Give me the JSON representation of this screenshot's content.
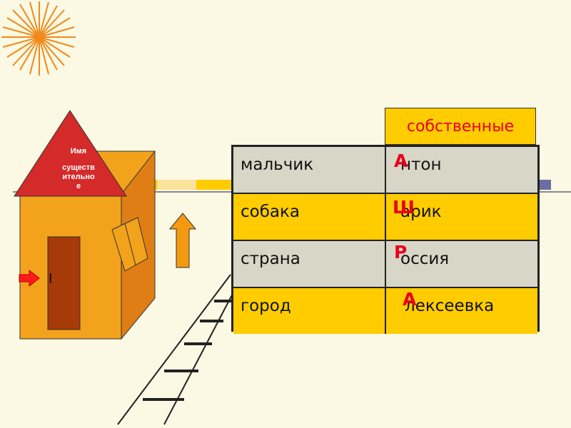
{
  "house": {
    "roof_label_line1": "Имя",
    "roof_label_line2": "существ",
    "roof_label_line3": "ительно",
    "roof_label_line4": "е",
    "door_label": "I"
  },
  "table": {
    "header": "собственные",
    "rows": [
      {
        "common": "мальчик",
        "proper_rest": "нтон",
        "capital": "А"
      },
      {
        "common": "собака",
        "proper_rest": "арик",
        "capital": "Ш"
      },
      {
        "common": "страна",
        "proper_rest": "оссия",
        "capital": "Р"
      },
      {
        "common": "город",
        "proper_rest": "лексеевка",
        "capital": "А"
      }
    ]
  },
  "colors": {
    "background": "#fbf8e3",
    "highlight_yellow": "#ffcc00",
    "row_gray": "#d8d6c6",
    "accent_red": "#e8001c",
    "roof_red": "#d42a2a",
    "house_orange": "#f3a21b"
  }
}
